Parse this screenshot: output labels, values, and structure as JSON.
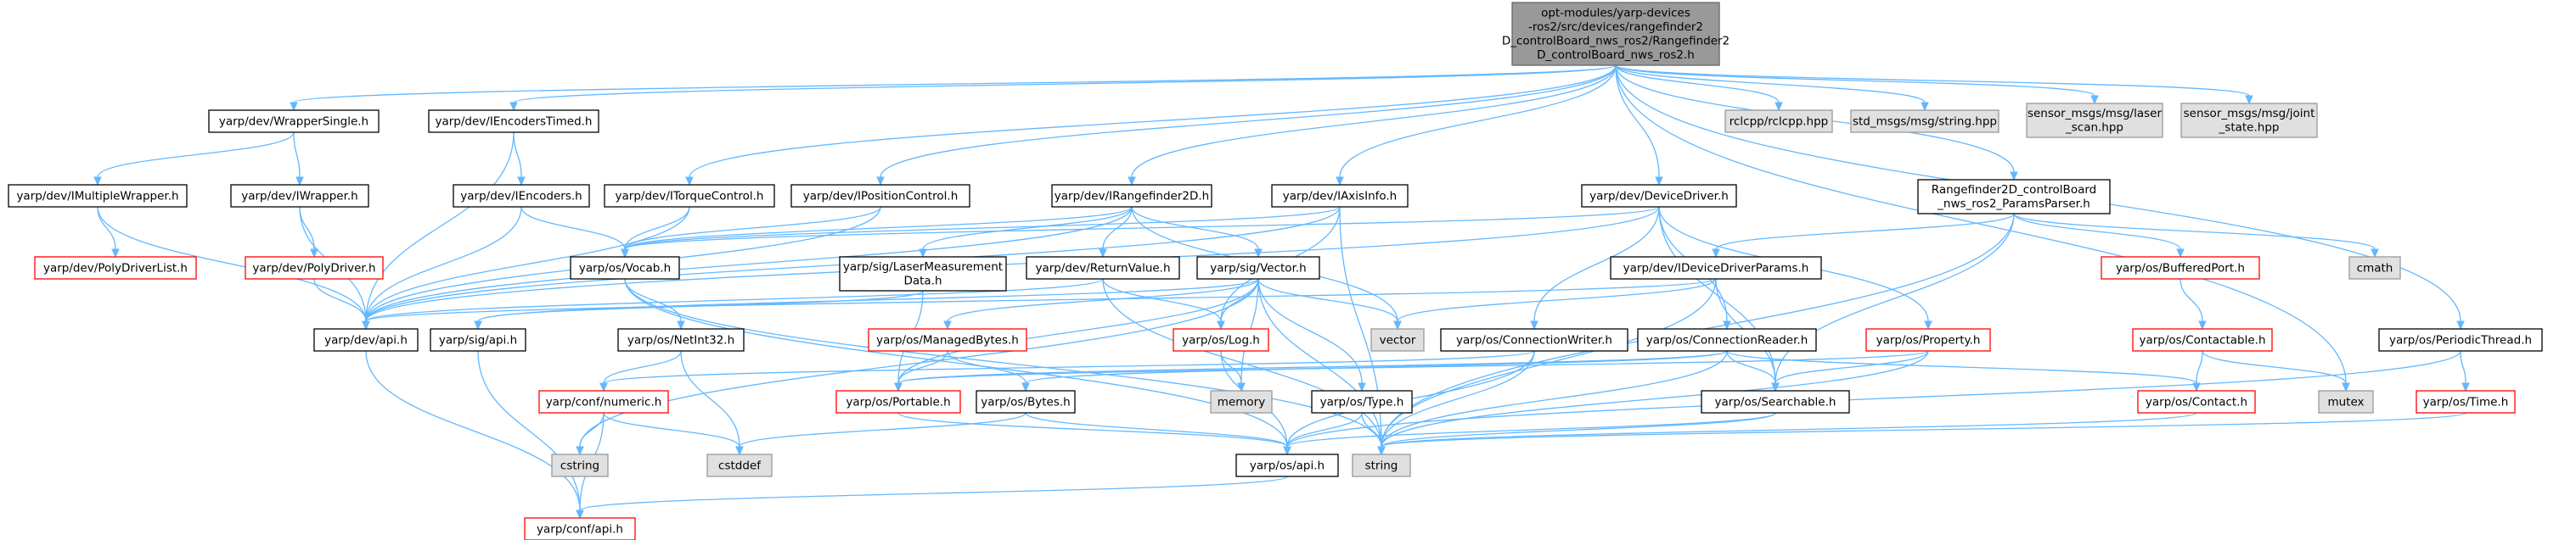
{
  "diagram": {
    "colors": {
      "edge": "#63b8ff",
      "root_fill": "#999999",
      "root_border": "#666666",
      "node_fill": "#ffffff",
      "node_border": "#000000",
      "missing_border": "#ff0000",
      "system_fill": "#e0e0e0",
      "system_border": "#999999"
    },
    "nodes": [
      {
        "id": "root",
        "kind": "root",
        "lines": [
          "opt-modules/yarp-devices",
          "-ros2/src/devices/rangefinder2",
          "D_controlBoard_nws_ros2/Rangefinder2",
          "D_controlBoard_nws_ros2.h"
        ]
      },
      {
        "id": "wrappersingle",
        "kind": "normal",
        "lines": [
          "yarp/dev/WrapperSingle.h"
        ]
      },
      {
        "id": "iencoderstimed",
        "kind": "normal",
        "lines": [
          "yarp/dev/IEncodersTimed.h"
        ]
      },
      {
        "id": "rclcpp",
        "kind": "system",
        "lines": [
          "rclcpp/rclcpp.hpp"
        ]
      },
      {
        "id": "stdmsgs",
        "kind": "system",
        "lines": [
          "std_msgs/msg/string.hpp"
        ]
      },
      {
        "id": "laserscan",
        "kind": "system",
        "lines": [
          "sensor_msgs/msg/laser",
          "_scan.hpp"
        ]
      },
      {
        "id": "jointstate",
        "kind": "system",
        "lines": [
          "sensor_msgs/msg/joint",
          "_state.hpp"
        ]
      },
      {
        "id": "imultiplewrapper",
        "kind": "normal",
        "lines": [
          "yarp/dev/IMultipleWrapper.h"
        ]
      },
      {
        "id": "iwrapper",
        "kind": "normal",
        "lines": [
          "yarp/dev/IWrapper.h"
        ]
      },
      {
        "id": "iencoders",
        "kind": "normal",
        "lines": [
          "yarp/dev/IEncoders.h"
        ]
      },
      {
        "id": "itorquecontrol",
        "kind": "normal",
        "lines": [
          "yarp/dev/ITorqueControl.h"
        ]
      },
      {
        "id": "ipositioncontrol",
        "kind": "normal",
        "lines": [
          "yarp/dev/IPositionControl.h"
        ]
      },
      {
        "id": "irangefinder2d",
        "kind": "normal",
        "lines": [
          "yarp/dev/IRangefinder2D.h"
        ]
      },
      {
        "id": "iaxisinfo",
        "kind": "normal",
        "lines": [
          "yarp/dev/IAxisInfo.h"
        ]
      },
      {
        "id": "devicedriver",
        "kind": "normal",
        "lines": [
          "yarp/dev/DeviceDriver.h"
        ]
      },
      {
        "id": "paramsparser",
        "kind": "normal",
        "lines": [
          "Rangefinder2D_controlBoard",
          "_nws_ros2_ParamsParser.h"
        ]
      },
      {
        "id": "polydriverlist",
        "kind": "missing",
        "lines": [
          "yarp/dev/PolyDriverList.h"
        ]
      },
      {
        "id": "polydriver",
        "kind": "missing",
        "lines": [
          "yarp/dev/PolyDriver.h"
        ]
      },
      {
        "id": "vocab",
        "kind": "normal",
        "lines": [
          "yarp/os/Vocab.h"
        ]
      },
      {
        "id": "lasermeasurement",
        "kind": "normal",
        "lines": [
          "yarp/sig/LaserMeasurement",
          "Data.h"
        ]
      },
      {
        "id": "returnvalue",
        "kind": "normal",
        "lines": [
          "yarp/dev/ReturnValue.h"
        ]
      },
      {
        "id": "sigvector",
        "kind": "normal",
        "lines": [
          "yarp/sig/Vector.h"
        ]
      },
      {
        "id": "idevicedriverparams",
        "kind": "normal",
        "lines": [
          "yarp/dev/IDeviceDriverParams.h"
        ]
      },
      {
        "id": "bufferedport",
        "kind": "missing",
        "lines": [
          "yarp/os/BufferedPort.h"
        ]
      },
      {
        "id": "cmath",
        "kind": "system",
        "lines": [
          "cmath"
        ]
      },
      {
        "id": "devapi",
        "kind": "normal",
        "lines": [
          "yarp/dev/api.h"
        ]
      },
      {
        "id": "sigapi",
        "kind": "normal",
        "lines": [
          "yarp/sig/api.h"
        ]
      },
      {
        "id": "netint32",
        "kind": "normal",
        "lines": [
          "yarp/os/NetInt32.h"
        ]
      },
      {
        "id": "managedbytes",
        "kind": "missing",
        "lines": [
          "yarp/os/ManagedBytes.h"
        ]
      },
      {
        "id": "log",
        "kind": "missing",
        "lines": [
          "yarp/os/Log.h"
        ]
      },
      {
        "id": "vector",
        "kind": "system",
        "lines": [
          "vector"
        ]
      },
      {
        "id": "connectionwriter",
        "kind": "normal",
        "lines": [
          "yarp/os/ConnectionWriter.h"
        ]
      },
      {
        "id": "connectionreader",
        "kind": "normal",
        "lines": [
          "yarp/os/ConnectionReader.h"
        ]
      },
      {
        "id": "property",
        "kind": "missing",
        "lines": [
          "yarp/os/Property.h"
        ]
      },
      {
        "id": "contactable",
        "kind": "missing",
        "lines": [
          "yarp/os/Contactable.h"
        ]
      },
      {
        "id": "periodicthread",
        "kind": "normal",
        "lines": [
          "yarp/os/PeriodicThread.h"
        ]
      },
      {
        "id": "memory",
        "kind": "system",
        "lines": [
          "memory"
        ]
      },
      {
        "id": "numeric",
        "kind": "missing",
        "lines": [
          "yarp/conf/numeric.h"
        ]
      },
      {
        "id": "portable",
        "kind": "missing",
        "lines": [
          "yarp/os/Portable.h"
        ]
      },
      {
        "id": "bytes",
        "kind": "normal",
        "lines": [
          "yarp/os/Bytes.h"
        ]
      },
      {
        "id": "type",
        "kind": "normal",
        "lines": [
          "yarp/os/Type.h"
        ]
      },
      {
        "id": "searchable",
        "kind": "normal",
        "lines": [
          "yarp/os/Searchable.h"
        ]
      },
      {
        "id": "contact",
        "kind": "missing",
        "lines": [
          "yarp/os/Contact.h"
        ]
      },
      {
        "id": "mutex",
        "kind": "system",
        "lines": [
          "mutex"
        ]
      },
      {
        "id": "time",
        "kind": "missing",
        "lines": [
          "yarp/os/Time.h"
        ]
      },
      {
        "id": "cstring",
        "kind": "system",
        "lines": [
          "cstring"
        ]
      },
      {
        "id": "cstddef",
        "kind": "system",
        "lines": [
          "cstddef"
        ]
      },
      {
        "id": "osapi",
        "kind": "normal",
        "lines": [
          "yarp/os/api.h"
        ]
      },
      {
        "id": "string",
        "kind": "system",
        "lines": [
          "string"
        ]
      },
      {
        "id": "confapi",
        "kind": "missing",
        "lines": [
          "yarp/conf/api.h"
        ]
      }
    ],
    "edges": [
      [
        "root",
        "wrappersingle"
      ],
      [
        "root",
        "iencoderstimed"
      ],
      [
        "root",
        "itorquecontrol"
      ],
      [
        "root",
        "ipositioncontrol"
      ],
      [
        "root",
        "irangefinder2d"
      ],
      [
        "root",
        "iaxisinfo"
      ],
      [
        "root",
        "devicedriver"
      ],
      [
        "root",
        "paramsparser"
      ],
      [
        "root",
        "rclcpp"
      ],
      [
        "root",
        "stdmsgs"
      ],
      [
        "root",
        "laserscan"
      ],
      [
        "root",
        "jointstate"
      ],
      [
        "root",
        "periodicthread"
      ],
      [
        "root",
        "mutex"
      ],
      [
        "wrappersingle",
        "imultiplewrapper"
      ],
      [
        "wrappersingle",
        "iwrapper"
      ],
      [
        "imultiplewrapper",
        "polydriverlist"
      ],
      [
        "imultiplewrapper",
        "devapi"
      ],
      [
        "iwrapper",
        "polydriver"
      ],
      [
        "iwrapper",
        "devapi"
      ],
      [
        "polydriver",
        "devapi"
      ],
      [
        "iencoderstimed",
        "iencoders"
      ],
      [
        "iencoderstimed",
        "devapi"
      ],
      [
        "iencoders",
        "vocab"
      ],
      [
        "iencoders",
        "devapi"
      ],
      [
        "itorquecontrol",
        "vocab"
      ],
      [
        "itorquecontrol",
        "devapi"
      ],
      [
        "ipositioncontrol",
        "vocab"
      ],
      [
        "ipositioncontrol",
        "devapi"
      ],
      [
        "irangefinder2d",
        "vocab"
      ],
      [
        "irangefinder2d",
        "lasermeasurement"
      ],
      [
        "irangefinder2d",
        "returnvalue"
      ],
      [
        "irangefinder2d",
        "sigvector"
      ],
      [
        "irangefinder2d",
        "devapi"
      ],
      [
        "irangefinder2d",
        "vector"
      ],
      [
        "iaxisinfo",
        "vocab"
      ],
      [
        "iaxisinfo",
        "log"
      ],
      [
        "iaxisinfo",
        "devapi"
      ],
      [
        "iaxisinfo",
        "string"
      ],
      [
        "devicedriver",
        "vocab"
      ],
      [
        "devicedriver",
        "connectionwriter"
      ],
      [
        "devicedriver",
        "connectionreader"
      ],
      [
        "devicedriver",
        "property"
      ],
      [
        "devicedriver",
        "searchable"
      ],
      [
        "devicedriver",
        "devapi"
      ],
      [
        "paramsparser",
        "idevicedriverparams"
      ],
      [
        "paramsparser",
        "bufferedport"
      ],
      [
        "paramsparser",
        "cmath"
      ],
      [
        "paramsparser",
        "searchable"
      ],
      [
        "paramsparser",
        "string"
      ],
      [
        "idevicedriverparams",
        "searchable"
      ],
      [
        "idevicedriverparams",
        "devapi"
      ],
      [
        "idevicedriverparams",
        "vector"
      ],
      [
        "idevicedriverparams",
        "string"
      ],
      [
        "bufferedport",
        "contactable"
      ],
      [
        "contactable",
        "contact"
      ],
      [
        "contactable",
        "mutex"
      ],
      [
        "periodicthread",
        "time"
      ],
      [
        "periodicthread",
        "osapi"
      ],
      [
        "time",
        "string"
      ],
      [
        "vocab",
        "netint32"
      ],
      [
        "vocab",
        "osapi"
      ],
      [
        "vocab",
        "string"
      ],
      [
        "lasermeasurement",
        "sigapi"
      ],
      [
        "lasermeasurement",
        "portable"
      ],
      [
        "returnvalue",
        "devapi"
      ],
      [
        "returnvalue",
        "log"
      ],
      [
        "returnvalue",
        "string"
      ],
      [
        "sigvector",
        "sigapi"
      ],
      [
        "sigvector",
        "managedbytes"
      ],
      [
        "sigvector",
        "log"
      ],
      [
        "sigvector",
        "type"
      ],
      [
        "sigvector",
        "portable"
      ],
      [
        "sigvector",
        "vector"
      ],
      [
        "sigvector",
        "memory"
      ],
      [
        "sigvector",
        "cstring"
      ],
      [
        "sigvector",
        "string"
      ],
      [
        "devapi",
        "confapi"
      ],
      [
        "sigapi",
        "confapi"
      ],
      [
        "netint32",
        "numeric"
      ],
      [
        "netint32",
        "cstddef"
      ],
      [
        "managedbytes",
        "portable"
      ],
      [
        "managedbytes",
        "bytes"
      ],
      [
        "log",
        "osapi"
      ],
      [
        "log",
        "memory"
      ],
      [
        "connectionwriter",
        "numeric"
      ],
      [
        "connectionwriter",
        "osapi"
      ],
      [
        "connectionwriter",
        "string"
      ],
      [
        "connectionreader",
        "portable"
      ],
      [
        "connectionreader",
        "bytes"
      ],
      [
        "connectionreader",
        "contact"
      ],
      [
        "connectionreader",
        "searchable"
      ],
      [
        "connectionreader",
        "string"
      ],
      [
        "property",
        "searchable"
      ],
      [
        "property",
        "portable"
      ],
      [
        "property",
        "string"
      ],
      [
        "numeric",
        "cstring"
      ],
      [
        "numeric",
        "cstddef"
      ],
      [
        "numeric",
        "confapi"
      ],
      [
        "bytes",
        "osapi"
      ],
      [
        "bytes",
        "cstddef"
      ],
      [
        "portable",
        "osapi"
      ],
      [
        "type",
        "osapi"
      ],
      [
        "type",
        "string"
      ],
      [
        "searchable",
        "osapi"
      ],
      [
        "searchable",
        "string"
      ],
      [
        "contact",
        "string"
      ],
      [
        "osapi",
        "confapi"
      ]
    ]
  }
}
